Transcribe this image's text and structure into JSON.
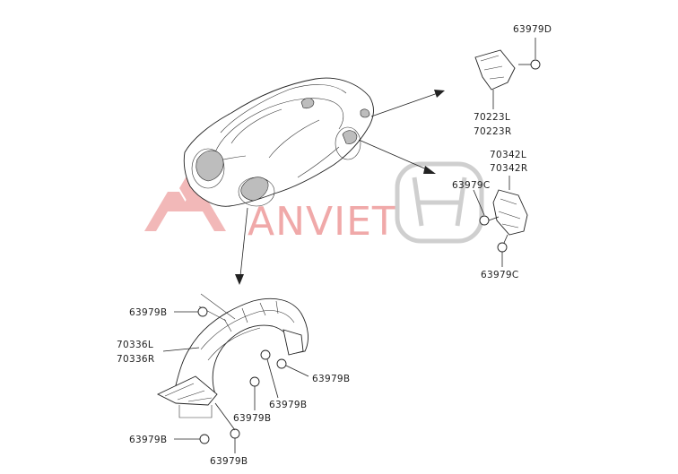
{
  "watermark": {
    "brand_text": "ANVIET",
    "mitsubishi_color": "#f2b8b8",
    "text_color": "#f0a9a9",
    "honda_color": "#cfcfcf"
  },
  "callouts": {
    "rear_clip": "63979D",
    "rear_bracket_left": "70223L",
    "rear_bracket_right": "70223R",
    "side_bracket_left": "70342L",
    "side_bracket_right": "70342R",
    "side_clip_upper": "63979C",
    "side_clip_lower": "63979C",
    "liner_clip_top": "63979B",
    "liner_left": "70336L",
    "liner_right": "70336R",
    "liner_clip_right": "63979B",
    "liner_clip_mid": "63979B",
    "liner_clip_center": "63979B",
    "liner_clip_bottom_left": "63979B",
    "liner_clip_bottom": "63979B"
  }
}
